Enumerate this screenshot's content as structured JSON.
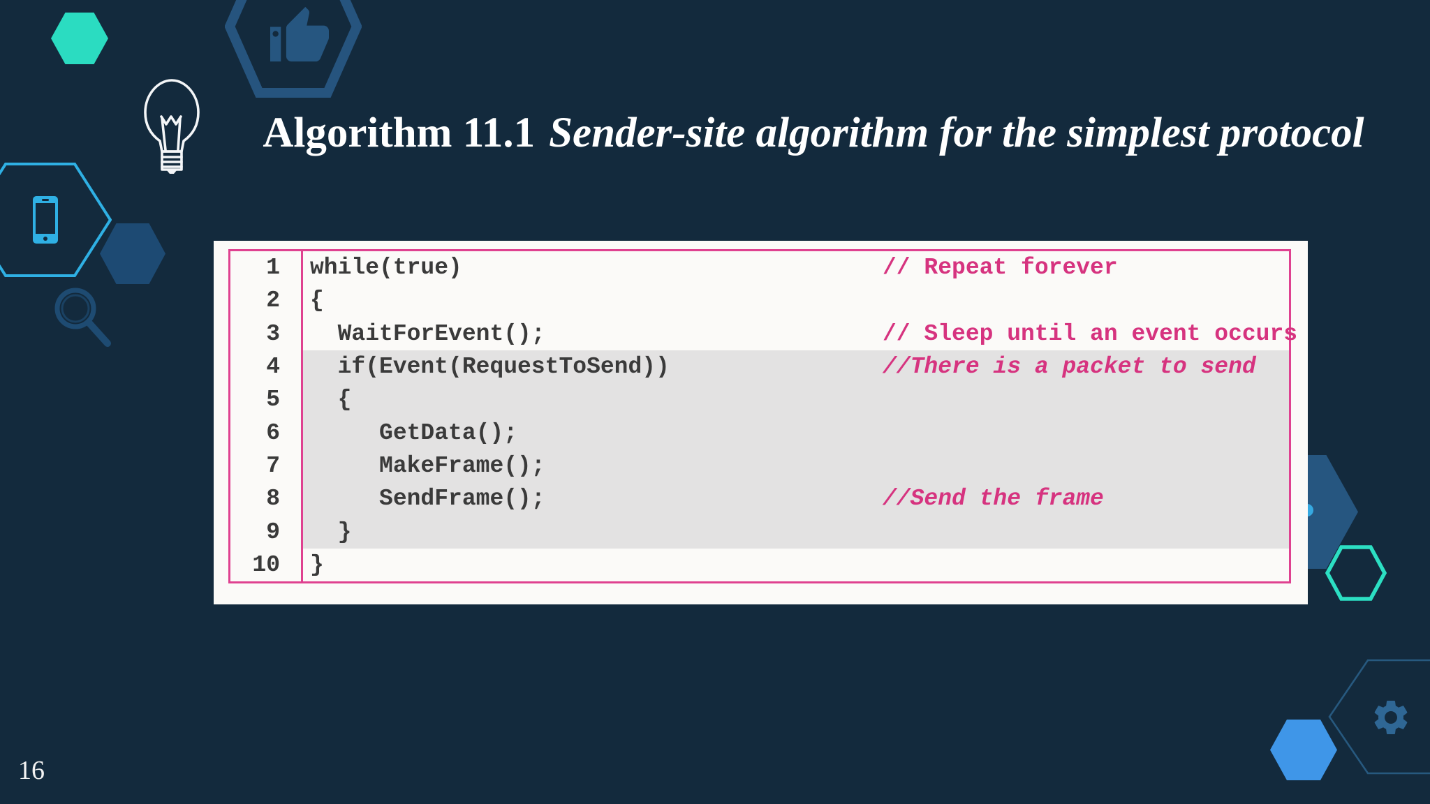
{
  "slide": {
    "page_number": "16",
    "background_color": "#132a3d"
  },
  "title": {
    "label_bold": "Algorithm 11.1",
    "label_italic": "Sender-site algorithm for the simplest protocol"
  },
  "algorithm": {
    "frame_border_color": "#df4190",
    "highlight_color": "#e3e2e2",
    "comment_color": "#d6337f",
    "code_color": "#3a3a3a",
    "lines": [
      {
        "num": "1",
        "code": "while(true)",
        "comment": "// Repeat forever",
        "comment_style": "normal",
        "highlight": false
      },
      {
        "num": "2",
        "code": "{",
        "comment": "",
        "comment_style": "normal",
        "highlight": false
      },
      {
        "num": "3",
        "code": "  WaitForEvent();",
        "comment": "// Sleep until an event occurs",
        "comment_style": "normal",
        "highlight": false
      },
      {
        "num": "4",
        "code": "  if(Event(RequestToSend))",
        "comment": "//There is a packet to send",
        "comment_style": "italic",
        "highlight": true
      },
      {
        "num": "5",
        "code": "  {",
        "comment": "",
        "comment_style": "normal",
        "highlight": true
      },
      {
        "num": "6",
        "code": "     GetData();",
        "comment": "",
        "comment_style": "normal",
        "highlight": true
      },
      {
        "num": "7",
        "code": "     MakeFrame();",
        "comment": "",
        "comment_style": "normal",
        "highlight": true
      },
      {
        "num": "8",
        "code": "     SendFrame();",
        "comment": "//Send the frame",
        "comment_style": "italic",
        "highlight": true
      },
      {
        "num": "9",
        "code": "  }",
        "comment": "",
        "comment_style": "normal",
        "highlight": true
      },
      {
        "num": "10",
        "code": "}",
        "comment": "",
        "comment_style": "normal",
        "highlight": false
      }
    ]
  },
  "decorations": {
    "icons": [
      "thumbs-up-icon",
      "lightbulb-icon",
      "smartphone-icon",
      "magnifier-icon",
      "gear-icon"
    ],
    "colors": {
      "teal": "#2bdcc1",
      "cyan": "#2fb0e4",
      "medium_blue": "#265680",
      "dark_blue_hex": "#1d4a73",
      "bright_blue": "#3f96e8",
      "gear_blue": "#2f6795",
      "outline_blue": "#27597f"
    }
  }
}
